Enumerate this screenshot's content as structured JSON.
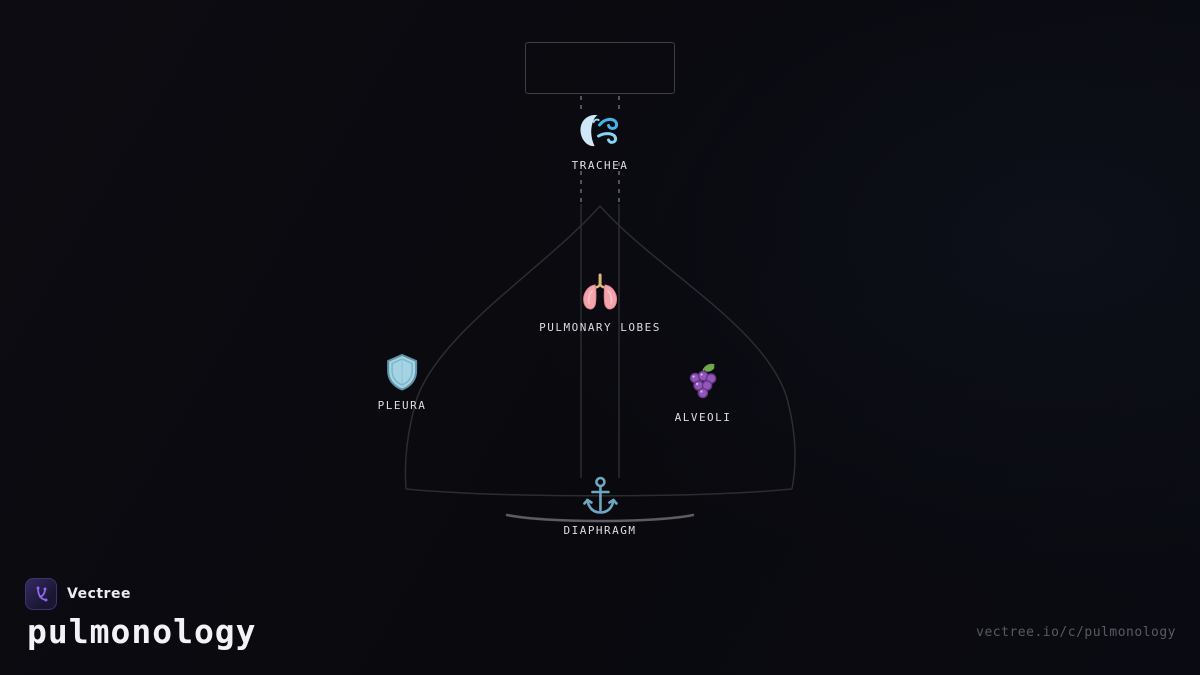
{
  "brand": {
    "name": "Vectree",
    "logo_icon": "tree-graph-icon"
  },
  "title": "pulmonology",
  "footer": {
    "url": "vectree.io/c/pulmonology"
  },
  "diagram": {
    "nodes": [
      {
        "id": "trachea",
        "label": "TRACHEA",
        "icon": "wind-blowing-face-icon"
      },
      {
        "id": "pulmonary-lobes",
        "label": "PULMONARY LOBES",
        "icon": "lungs-icon"
      },
      {
        "id": "pleura",
        "label": "PLEURA",
        "icon": "shield-icon"
      },
      {
        "id": "alveoli",
        "label": "ALVEOLI",
        "icon": "grapes-icon"
      },
      {
        "id": "diaphragm",
        "label": "DIAPHRAGM",
        "icon": "anchor-icon"
      }
    ]
  },
  "colors": {
    "background": "#0a0a10",
    "edge_line": "#2c2c33",
    "dashed_line": "#52525a",
    "diaphragm_arc": "#5c5c63",
    "label_text": "#dcdce2",
    "muted_text": "#595963",
    "accent_purple": "#9166f0"
  }
}
